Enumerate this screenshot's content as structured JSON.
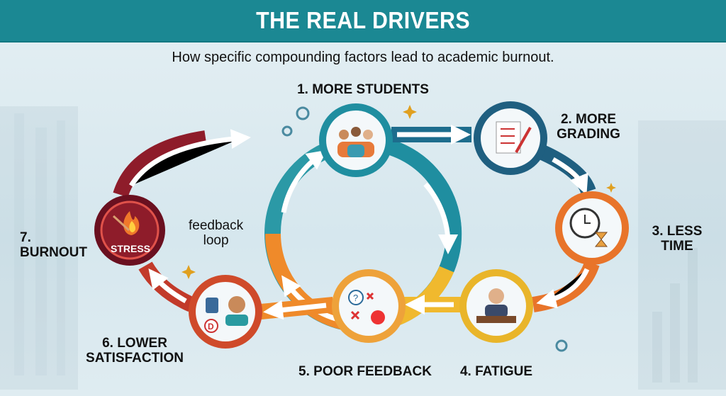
{
  "header": {
    "title": "THE REAL DRIVERS"
  },
  "subtitle": "How specific compounding factors lead to academic burnout.",
  "steps": [
    {
      "label": "1. MORE STUDENTS",
      "icon": "students-group-icon",
      "color": "#1f8ea0"
    },
    {
      "label_line1": "2. MORE",
      "label_line2": "GRADING",
      "icon": "grading-papers-icon",
      "color": "#1f5f80"
    },
    {
      "label_line1": "3. LESS",
      "label_line2": "TIME",
      "icon": "clock-hourglass-icon",
      "color": "#e8742a"
    },
    {
      "label": "4. FATIGUE",
      "icon": "tired-teacher-icon",
      "color": "#e9b52a"
    },
    {
      "label": "5. POOR FEEDBACK",
      "icon": "feedback-marks-icon",
      "color": "#eea23a"
    },
    {
      "label_line1": "6. LOWER",
      "label_line2": "SATISFACTION",
      "icon": "thumbs-down-icon",
      "color": "#cf4a2a"
    },
    {
      "label": "7. BURNOUT",
      "badge": "STRESS",
      "icon": "burning-match-icon",
      "color": "#8e1c2a"
    }
  ],
  "center_label_line1": "feedback",
  "center_label_line2": "loop"
}
